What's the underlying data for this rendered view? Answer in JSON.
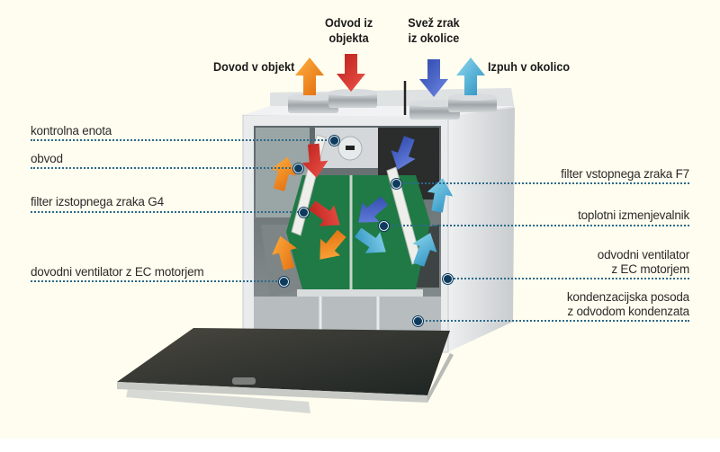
{
  "diagram": {
    "subject": "Ventilation unit with heat recovery (cutaway view)",
    "top_labels": [
      {
        "id": "supply-out",
        "text": "Dovod v objekt",
        "arrow_color": "#f08a1c"
      },
      {
        "id": "extract-in",
        "lines": [
          "Odvod iz",
          "objekta"
        ],
        "arrow_color": "#d6312a"
      },
      {
        "id": "fresh-in",
        "lines": [
          "Svež zrak",
          "iz okolice"
        ],
        "arrow_color": "#3d5fc4"
      },
      {
        "id": "exhaust-out",
        "text": "Izpuh v okolico",
        "arrow_color": "#3aa6cf"
      }
    ],
    "left_labels": [
      {
        "id": "control-unit",
        "text": "kontrolna enota"
      },
      {
        "id": "bypass",
        "text": "obvod"
      },
      {
        "id": "extract-filter",
        "text": "filter izstopnega zraka G4"
      },
      {
        "id": "supply-fan",
        "text": "dovodni ventilator z EC motorjem"
      }
    ],
    "right_labels": [
      {
        "id": "fresh-filter",
        "text": "filter vstopnega zraka F7"
      },
      {
        "id": "heat-exchanger",
        "text": "toplotni izmenjevalnik"
      },
      {
        "id": "exhaust-fan",
        "lines": [
          "odvodni ventilator",
          "z EC motorjem"
        ]
      },
      {
        "id": "condensate-tray",
        "lines": [
          "kondenzacijska posoda",
          "z odvodom kondenzata"
        ]
      }
    ],
    "colors": {
      "background": "#fffdef",
      "leader_line": "#2a6a8c",
      "marker_dot": "#0e3a5c",
      "heat_exchanger": "#1f7a45",
      "supply_arrow": "#f08a1c",
      "extract_arrow": "#d6312a",
      "fresh_arrow": "#3d5fc4",
      "exhaust_arrow": "#3aa6cf"
    }
  }
}
